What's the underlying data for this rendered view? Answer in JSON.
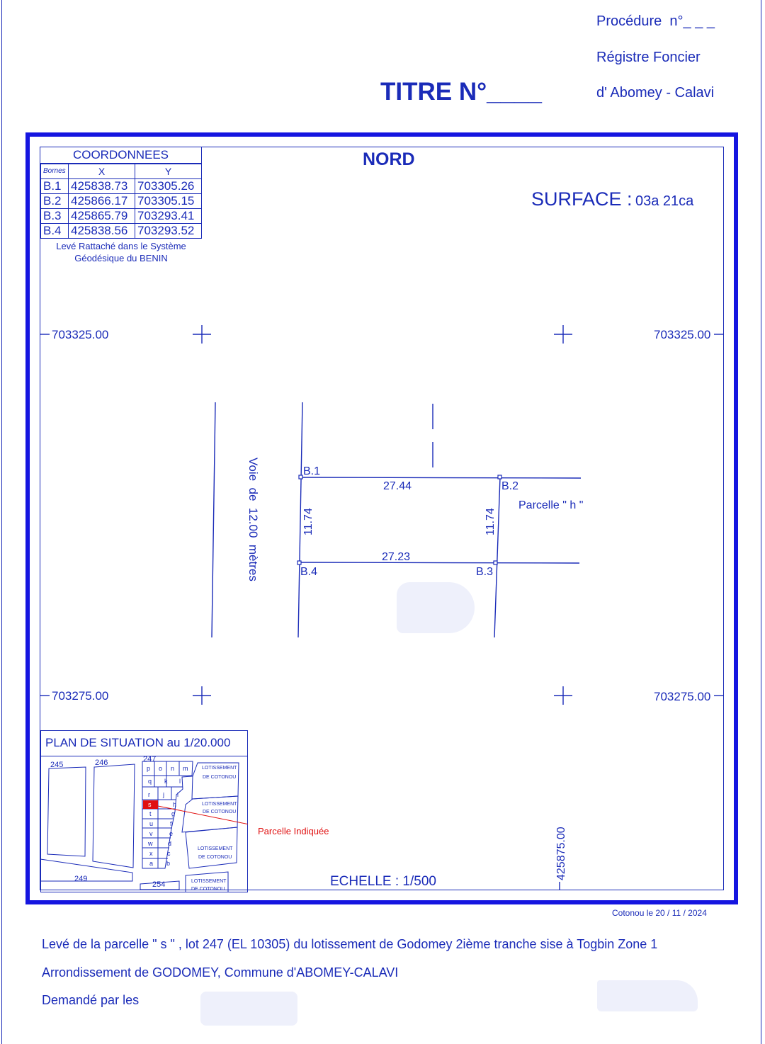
{
  "header": {
    "procedure": "Procédure  n°_ _ _",
    "registry": "Régistre Foncier",
    "city": "d' Abomey - Calavi",
    "titre": "TITRE N°____"
  },
  "map": {
    "north": "NORD",
    "surface_label": "SURFACE :",
    "surface_value": "03a 21ca",
    "grid_y_top": "703325.00",
    "grid_y_bottom": "703275.00",
    "grid_x": "425875.00",
    "road_label": "Voie  de  12.00  mètres",
    "neighbor_label": "Parcelle \" h \"",
    "scale": "ECHELLE : 1/500",
    "corners": [
      "B.1",
      "B.2",
      "B.3",
      "B.4"
    ],
    "dim_top": "27.44",
    "dim_bottom": "27.23",
    "dim_left": "11.74",
    "dim_right": "11.74"
  },
  "coordinates": {
    "title": "COORDONNEES",
    "col_bornes": "Bornes",
    "col_x": "X",
    "col_y": "Y",
    "rows": [
      {
        "borne": "B.1",
        "x": "425838.73",
        "y": "703305.26"
      },
      {
        "borne": "B.2",
        "x": "425866.17",
        "y": "703305.15"
      },
      {
        "borne": "B.3",
        "x": "425865.79",
        "y": "703293.41"
      },
      {
        "borne": "B.4",
        "x": "425838.56",
        "y": "703293.52"
      }
    ],
    "note_line1": "Levé Rattaché dans le Système",
    "note_line2": "Géodésique du BENIN"
  },
  "situation": {
    "title": "PLAN DE SITUATION au 1/20.000",
    "lots": [
      "245",
      "246",
      "247",
      "249",
      "254"
    ],
    "lotissement_line1": "LOTISSEMENT",
    "lotissement_line2": "DE COTONOU",
    "parcels": [
      "p",
      "o",
      "n",
      "m",
      "q",
      "k",
      "l",
      "r",
      "j",
      "i",
      "s",
      "h",
      "t",
      "g",
      "u",
      "f",
      "v",
      "e",
      "w",
      "d",
      "x",
      "c",
      "a",
      "b"
    ],
    "indicated": "Parcelle Indiquée"
  },
  "footer": {
    "date": "Cotonou le 20 / 11 / 2024",
    "line1": "Levé de la parcelle \" s \" , lot 247 (EL 10305) du lotissement de Godomey 2ième tranche sise à Togbin Zone 1",
    "line2": "Arrondissement de GODOMEY, Commune d'ABOMEY-CALAVI",
    "line3": "Demandé par les"
  },
  "colors": {
    "ink": "#1a2bb8",
    "frame": "#1515e0",
    "highlight": "#e01010"
  }
}
